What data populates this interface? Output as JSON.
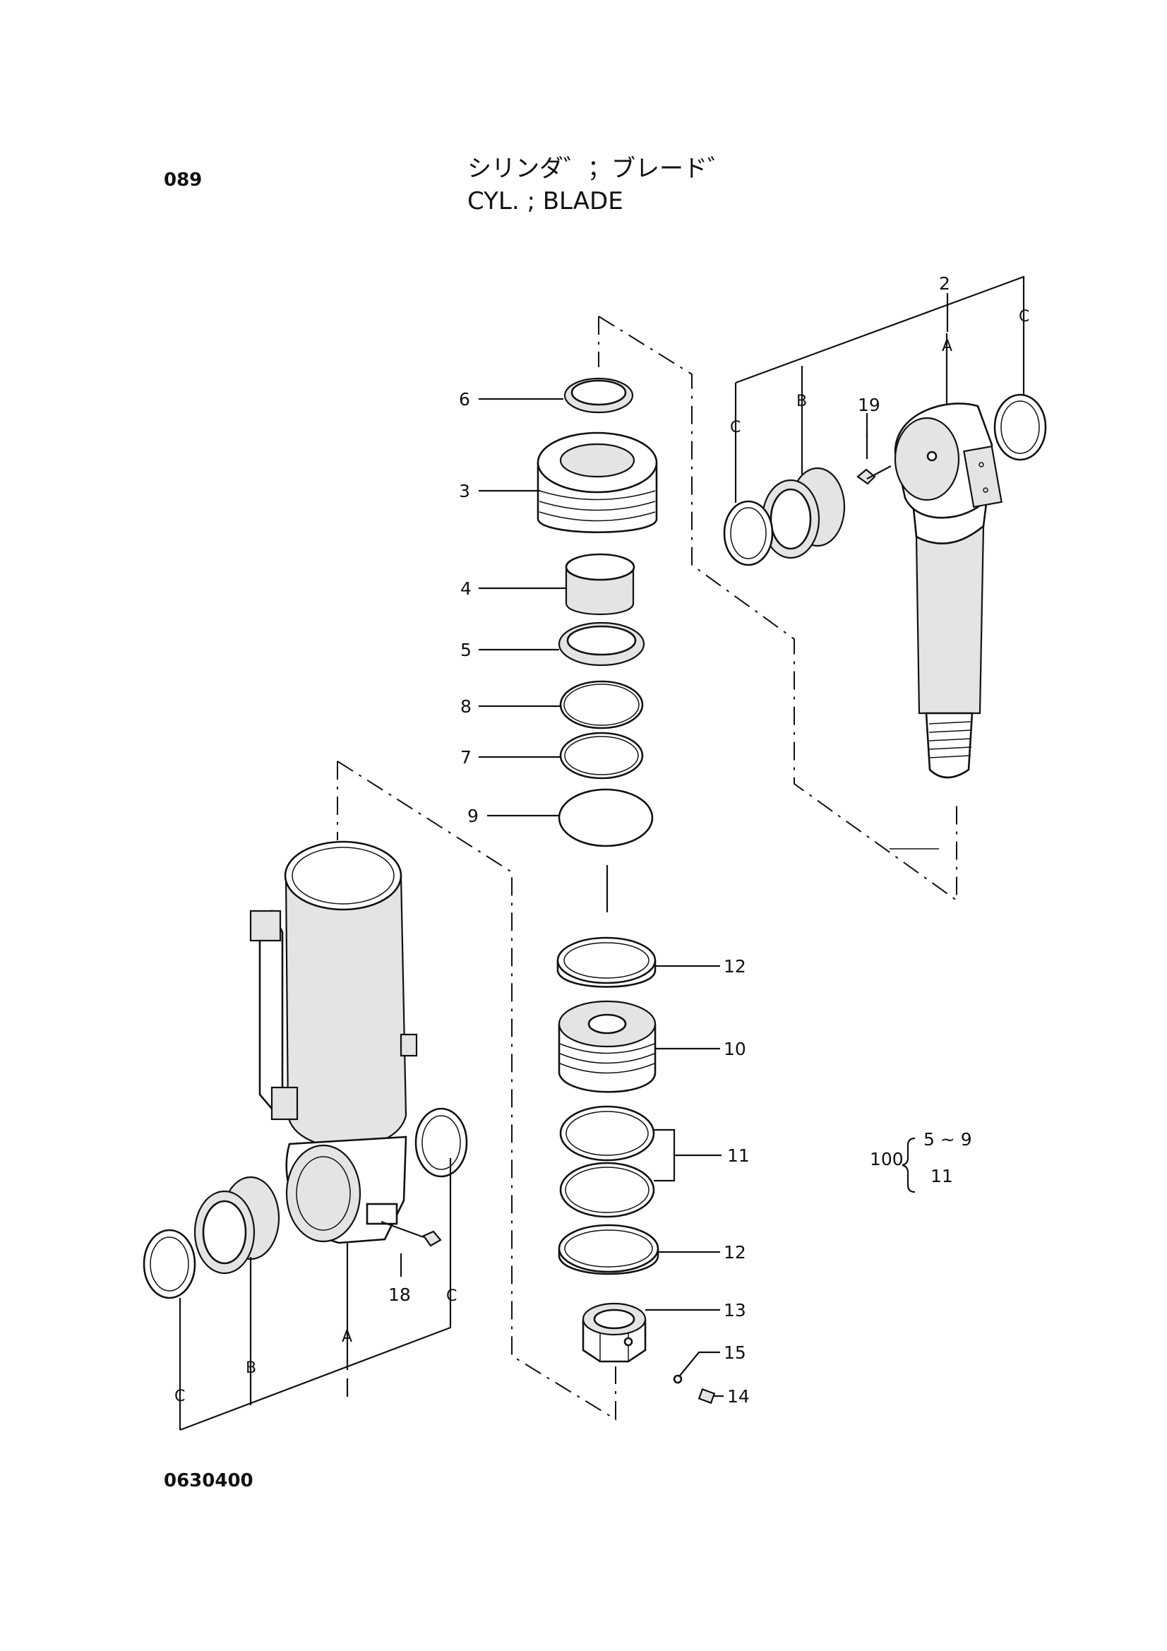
{
  "header": {
    "page_number": "089",
    "title_jp": "シリンダ゛；ブレード゛",
    "title_en": "CYL. ; BLADE"
  },
  "footer": {
    "drawing_code": "0630400"
  },
  "callouts": {
    "p2": "2",
    "p3": "3",
    "p4": "4",
    "p5": "5",
    "p6": "6",
    "p7": "7",
    "p8": "8",
    "p9": "9",
    "p10": "10",
    "p11": "11",
    "p12a": "12",
    "p12b": "12",
    "p13": "13",
    "p14": "14",
    "p15": "15",
    "p18": "18",
    "p19": "19"
  },
  "letters": {
    "rod_a": "A",
    "rod_b": "B",
    "rod_c1": "C",
    "rod_c2": "C",
    "tube_a": "A",
    "tube_b": "B",
    "tube_c1": "C",
    "tube_c2": "C"
  },
  "kit": {
    "number": "100",
    "line1": "5 ~ 9",
    "line2": "11"
  }
}
